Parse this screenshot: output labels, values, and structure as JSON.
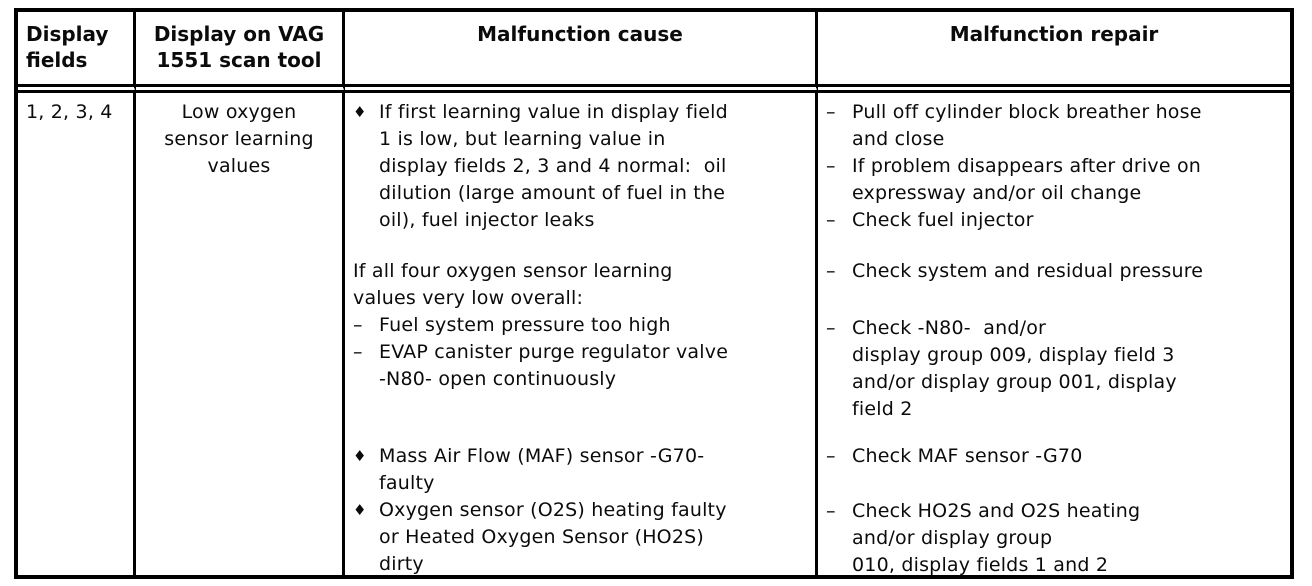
{
  "colors": {
    "border": "#000000",
    "text": "#0b0b0b",
    "background": "#ffffff"
  },
  "table": {
    "columns": [
      {
        "label": "Display\nfields"
      },
      {
        "label": "Display on VAG\n1551 scan tool"
      },
      {
        "label": "Malfunction cause"
      },
      {
        "label": "Malfunction repair"
      }
    ],
    "row": {
      "display_fields": "1, 2, 3, 4",
      "scan_tool_display": "Low oxygen\nsensor learning\nvalues",
      "cause_sections": [
        {
          "items": [
            {
              "marker": "♦",
              "text": "If first learning value in display field\n1 is low, but learning value in\ndisplay fields 2, 3 and 4 normal:  oil\ndilution (large amount of fuel in the\noil), fuel injector leaks"
            }
          ]
        },
        {
          "items": [
            {
              "marker": "",
              "text": "If all four oxygen sensor learning\nvalues very low overall:"
            },
            {
              "marker": "–",
              "text": "Fuel system pressure too high"
            },
            {
              "marker": "–",
              "text": "EVAP canister purge regulator valve\n-N80- open continuously"
            }
          ]
        },
        {
          "items": [
            {
              "marker": "♦",
              "text": "Mass Air Flow (MAF) sensor -G70-\nfaulty"
            },
            {
              "marker": "♦",
              "text": "Oxygen sensor (O2S) heating faulty\nor Heated Oxygen Sensor (HO2S)\ndirty"
            }
          ]
        }
      ],
      "repair_sections": [
        {
          "items": [
            {
              "marker": "–",
              "text": "Pull off cylinder block breather hose\nand close"
            },
            {
              "marker": "–",
              "text": "If problem disappears after drive on\nexpressway and/or oil change"
            },
            {
              "marker": "–",
              "text": "Check fuel injector"
            }
          ]
        },
        {
          "items": [
            {
              "marker": "–",
              "text": "Check system and residual pressure"
            }
          ]
        },
        {
          "items": [
            {
              "marker": "–",
              "text": "Check -N80-  and/or\ndisplay group 009, display field 3\nand/or display group 001, display\nfield 2"
            }
          ]
        },
        {
          "items": [
            {
              "marker": "–",
              "text": "Check MAF sensor -G70"
            }
          ]
        },
        {
          "items": [
            {
              "marker": "–",
              "text": "Check HO2S and O2S heating\nand/or display group\n010, display fields 1 and 2"
            }
          ]
        }
      ]
    }
  }
}
